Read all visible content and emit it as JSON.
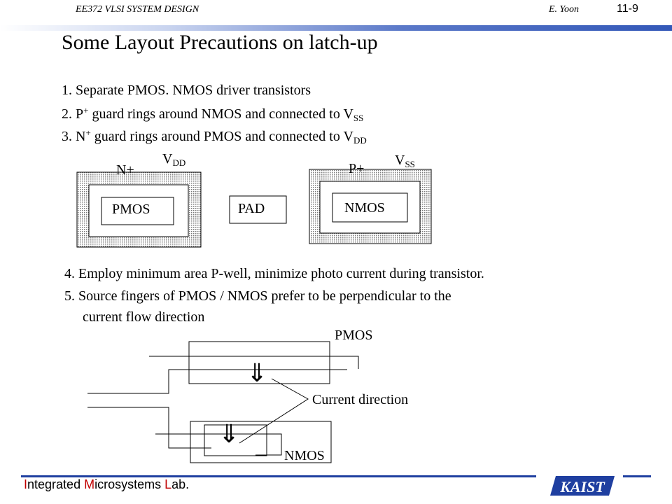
{
  "header": {
    "course": "EE372 VLSI SYSTEM DESIGN",
    "author": "E. Yoon",
    "slide_number": "11-9"
  },
  "title": "Some Layout Precautions on latch-up",
  "items": [
    {
      "pre": "1. Separate PMOS. NMOS driver transistors"
    },
    {
      "pre": "2. P",
      "sup": "+",
      "mid": " guard rings around NMOS and connected to V",
      "sub": "SS"
    },
    {
      "pre": "3. N",
      "sup": "+",
      "mid": " guard rings around PMOS and connected to V",
      "sub": "DD"
    }
  ],
  "diagram1": {
    "n_plus": "N+",
    "vdd_v": "V",
    "vdd_sub": "DD",
    "pmos": "PMOS",
    "pad": "PAD",
    "p_plus": "P+",
    "vss_v": "V",
    "vss_sub": "SS",
    "nmos": "NMOS"
  },
  "items2": [
    "4. Employ minimum area P-well, minimize photo current during transistor.",
    "5. Source fingers of PMOS / NMOS prefer to be perpendicular to the",
    "current flow direction"
  ],
  "diagram2": {
    "pmos": "PMOS",
    "current_direction": "Current direction",
    "nmos": "NMOS",
    "arrow_glyph": "⇓"
  },
  "footer": {
    "c1": "I",
    "r1": "ntegrated ",
    "c2": "M",
    "r2": "icrosystems ",
    "c3": "L",
    "r3": "ab.",
    "logo": "KAIST"
  }
}
